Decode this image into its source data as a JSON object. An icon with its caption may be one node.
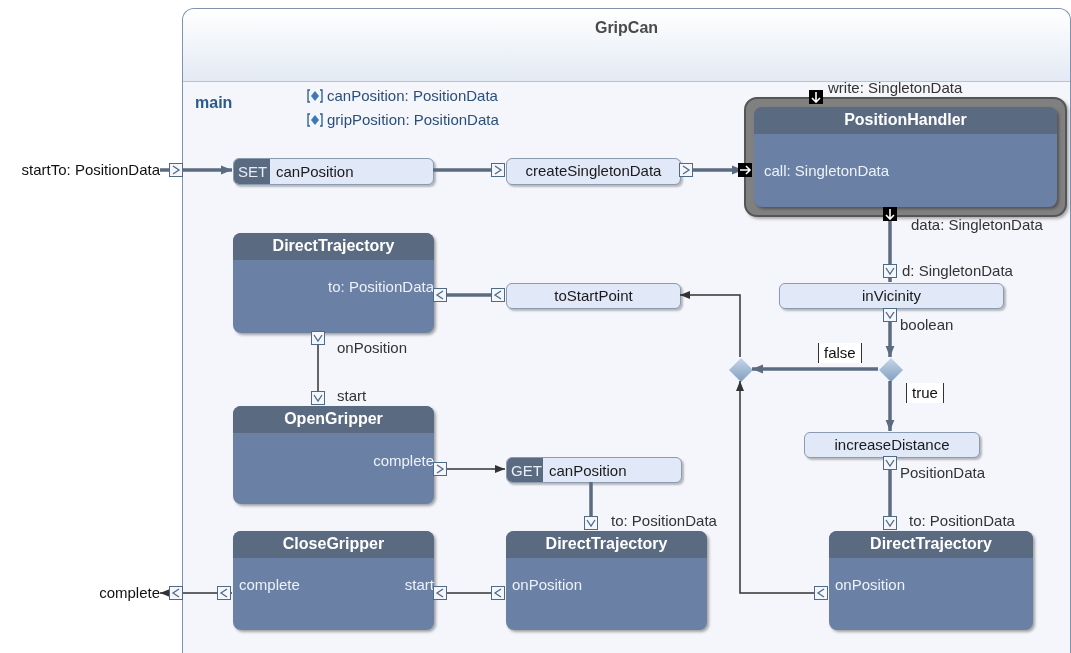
{
  "diagram": {
    "nodes": [
      {
        "text": [
          "GripCan"
        ]
      },
      {
        "text": [
          "startTo: PositionData"
        ]
      },
      {
        "text": [
          "SET",
          "canPosition"
        ],
        "in": 0
      },
      {
        "text": [
          "createSingletonData"
        ],
        "in": 0
      },
      {
        "text": [
          "PositionHandler",
          "call: SingletonData"
        ],
        "beside": [
          "write: SingletonData",
          "data: SingletonData"
        ],
        "in": 0
      },
      {
        "text": [
          "DirectTrajectory",
          "to: PositionData"
        ],
        "beside": [
          "onPosition"
        ],
        "in": 0
      },
      {
        "text": [
          "toStartPoint"
        ],
        "in": 0
      },
      {
        "text": [
          "inVicinity"
        ],
        "beside": [
          "d: SingletonData",
          "boolean"
        ],
        "in": 0
      },
      {
        "text": [],
        "shape": "diamond",
        "in": 0
      },
      {
        "text": [],
        "shape": "diamond",
        "in": 0
      },
      {
        "text": [
          "OpenGripper",
          "complete"
        ],
        "beside": [
          "start"
        ],
        "in": 0
      },
      {
        "text": [
          "GET",
          "canPosition"
        ],
        "in": 0
      },
      {
        "text": [
          "increaseDistance"
        ],
        "beside": [
          "PositionData"
        ],
        "in": 0
      },
      {
        "text": [
          "CloseGripper",
          "complete",
          "start"
        ],
        "in": 0
      },
      {
        "text": [
          "DirectTrajectory",
          "onPosition"
        ],
        "beside": [
          "to: PositionData"
        ],
        "in": 0
      },
      {
        "text": [
          "DirectTrajectory",
          "onPosition"
        ],
        "beside": [
          "to: PositionData"
        ],
        "in": 0
      },
      {
        "text": [
          "complete"
        ]
      }
    ],
    "edges": [
      {
        "from": 1,
        "to": 2,
        "arrow": "to"
      },
      {
        "from": 2,
        "to": 3,
        "arrow": "to"
      },
      {
        "from": 3,
        "to": 4,
        "arrow": "to"
      },
      {
        "from": 4,
        "to": 7,
        "arrow": "to"
      },
      {
        "from": 7,
        "to": 9,
        "arrow": "to"
      },
      {
        "from": 9,
        "to": 8,
        "arrow": "to",
        "label": "false"
      },
      {
        "from": 9,
        "to": 12,
        "arrow": "to",
        "label": "true"
      },
      {
        "from": 12,
        "to": 15,
        "arrow": "to"
      },
      {
        "from": 8,
        "to": 6,
        "arrow": "to",
        "color": "#333333"
      },
      {
        "from": 15,
        "to": 8,
        "arrow": "to",
        "color": "#333333"
      },
      {
        "from": 6,
        "to": 5,
        "arrow": "to"
      },
      {
        "from": 5,
        "to": 10,
        "arrow": "to",
        "color": "#333333"
      },
      {
        "from": 10,
        "to": 11,
        "arrow": "to",
        "color": "#333333"
      },
      {
        "from": 11,
        "to": 14,
        "arrow": "to"
      },
      {
        "from": 14,
        "to": 13,
        "arrow": "to",
        "color": "#333333"
      },
      {
        "from": 13,
        "to": 16,
        "arrow": "to",
        "color": "#333333"
      }
    ],
    "labels": [
      "main",
      "canPosition: PositionData",
      "gripPosition: PositionData"
    ]
  }
}
